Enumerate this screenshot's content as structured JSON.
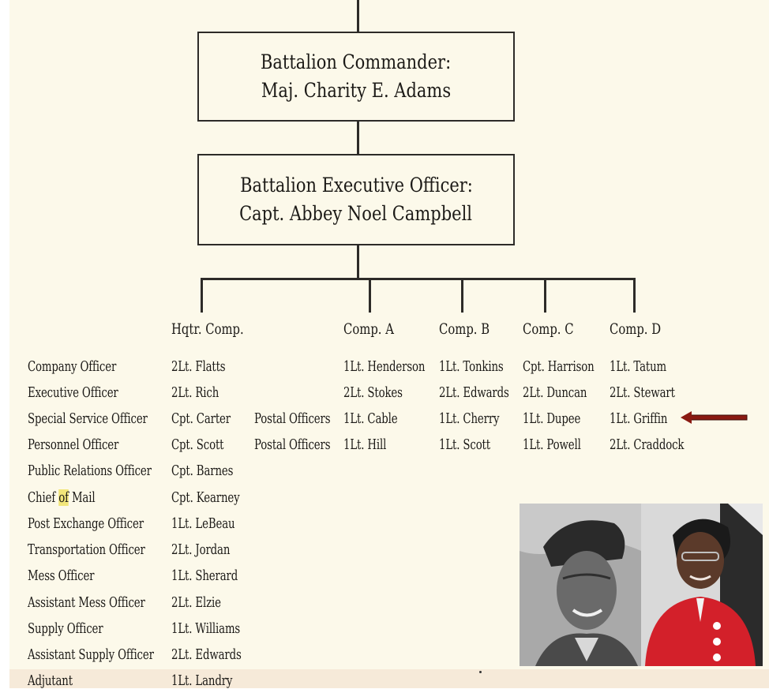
{
  "commander": {
    "line1": "Battalion Commander:",
    "line2": "Maj. Charity E. Adams"
  },
  "executive": {
    "line1": "Battalion Executive Officer:",
    "line2": "Capt. Abbey Noel Campbell"
  },
  "headers": {
    "hqtr": "Hqtr. Comp.",
    "a": "Comp. A",
    "b": "Comp. B",
    "c": "Comp. C",
    "d": "Comp. D"
  },
  "roles": [
    "Company Officer",
    "Executive Officer",
    "Special Service Officer",
    "Personnel Officer",
    "Public Relations Officer",
    "Chief ",
    "of",
    " Mail",
    "Post Exchange Officer",
    "Transportation Officer",
    "Mess Officer",
    "Assistant Mess Officer",
    "Supply Officer",
    "Assistant Supply Officer",
    "Adjutant"
  ],
  "hqtr": [
    "2Lt. Flatts",
    "2Lt. Rich",
    "Cpt. Carter",
    "Cpt. Scott",
    "Cpt. Barnes",
    "Cpt. Kearney",
    "1Lt. LeBeau",
    "2Lt. Jordan",
    "1Lt. Sherard",
    "2Lt. Elzie",
    "1Lt. Williams",
    "2Lt. Edwards",
    "1Lt. Landry"
  ],
  "postal": [
    "Postal Officers",
    "Postal Officers"
  ],
  "comp_a": [
    "1Lt. Henderson",
    "2Lt. Stokes",
    "1Lt. Cable",
    "1Lt. Hill"
  ],
  "comp_b": [
    "1Lt. Tonkins",
    "2Lt. Edwards",
    "1Lt. Cherry",
    "1Lt. Scott"
  ],
  "comp_c": [
    "Cpt. Harrison",
    "2Lt. Duncan",
    "1Lt. Dupee",
    "1Lt. Powell"
  ],
  "comp_d": [
    "1Lt. Tatum",
    "2Lt. Stewart",
    "1Lt. Griffin",
    "2Lt. Craddock"
  ],
  "colors": {
    "paper": "#fcf9ea",
    "ink": "#1c1a17",
    "highlight": "#f2e67a",
    "arrow": "#8a1a12"
  },
  "icons": {
    "arrow": "left-arrow-icon"
  }
}
